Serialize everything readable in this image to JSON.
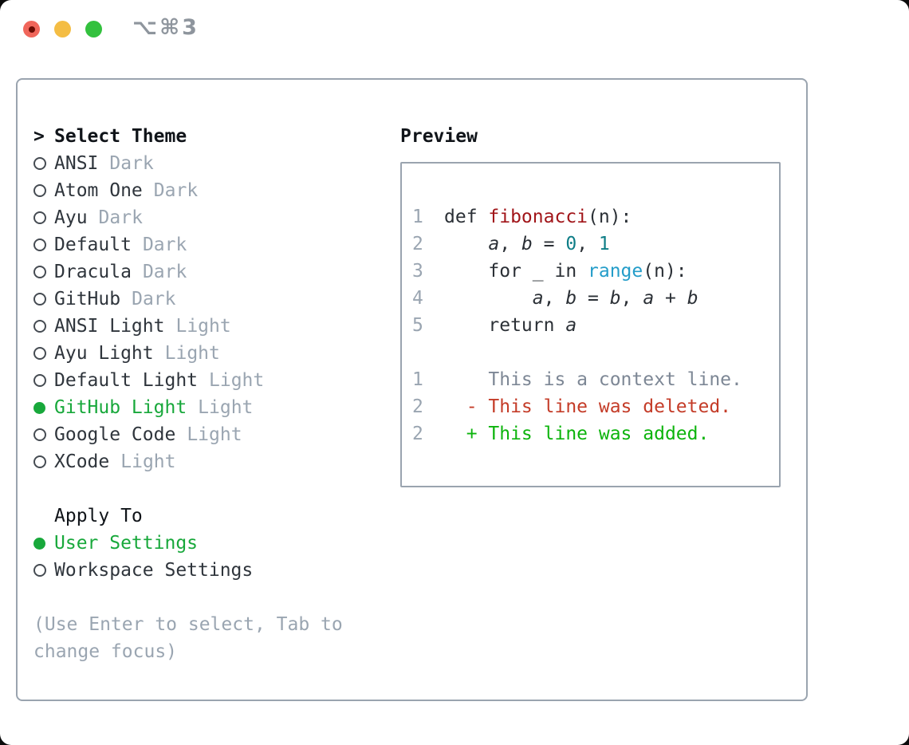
{
  "window": {
    "title": "⌥⌘3",
    "traffic_lights": [
      {
        "name": "close",
        "color": "#f0665b",
        "inner_dot_color": "#6b0c04"
      },
      {
        "name": "minimize",
        "color": "#f4bd44"
      },
      {
        "name": "zoom",
        "color": "#33c13e"
      }
    ]
  },
  "theme_panel": {
    "header_prefix": ">",
    "header_label": "Select Theme",
    "themes": [
      {
        "name": "ANSI",
        "variant": "Dark",
        "selected": false
      },
      {
        "name": "Atom One",
        "variant": "Dark",
        "selected": false
      },
      {
        "name": "Ayu",
        "variant": "Dark",
        "selected": false
      },
      {
        "name": "Default",
        "variant": "Dark",
        "selected": false
      },
      {
        "name": "Dracula",
        "variant": "Dark",
        "selected": false
      },
      {
        "name": "GitHub",
        "variant": "Dark",
        "selected": false
      },
      {
        "name": "ANSI Light",
        "variant": "Light",
        "selected": false
      },
      {
        "name": "Ayu Light",
        "variant": "Light",
        "selected": false
      },
      {
        "name": "Default Light",
        "variant": "Light",
        "selected": false
      },
      {
        "name": "GitHub Light",
        "variant": "Light",
        "selected": true
      },
      {
        "name": "Google Code",
        "variant": "Light",
        "selected": false
      },
      {
        "name": "XCode",
        "variant": "Light",
        "selected": false
      }
    ],
    "apply_to_label": "Apply To",
    "apply_options": [
      {
        "label": "User Settings",
        "selected": true
      },
      {
        "label": "Workspace Settings",
        "selected": false
      }
    ],
    "hint_lines": [
      "(Use Enter to select, Tab to",
      "change focus)"
    ]
  },
  "preview": {
    "label": "Preview",
    "lines": [
      {
        "num": "1",
        "tokens": [
          {
            "t": "def ",
            "c": "plain"
          },
          {
            "t": "fibonacci",
            "c": "func"
          },
          {
            "t": "(n):",
            "c": "plain"
          }
        ]
      },
      {
        "num": "2",
        "tokens": [
          {
            "t": "    ",
            "c": "plain"
          },
          {
            "t": "a",
            "c": "var"
          },
          {
            "t": ", ",
            "c": "plain"
          },
          {
            "t": "b",
            "c": "var"
          },
          {
            "t": " = ",
            "c": "plain"
          },
          {
            "t": "0",
            "c": "num"
          },
          {
            "t": ", ",
            "c": "plain"
          },
          {
            "t": "1",
            "c": "num"
          }
        ]
      },
      {
        "num": "3",
        "tokens": [
          {
            "t": "    for _ in ",
            "c": "plain"
          },
          {
            "t": "range",
            "c": "builtin"
          },
          {
            "t": "(n):",
            "c": "plain"
          }
        ]
      },
      {
        "num": "4",
        "tokens": [
          {
            "t": "        ",
            "c": "plain"
          },
          {
            "t": "a",
            "c": "var"
          },
          {
            "t": ", ",
            "c": "plain"
          },
          {
            "t": "b",
            "c": "var"
          },
          {
            "t": " = ",
            "c": "plain"
          },
          {
            "t": "b",
            "c": "var"
          },
          {
            "t": ", ",
            "c": "plain"
          },
          {
            "t": "a",
            "c": "var"
          },
          {
            "t": " + ",
            "c": "plain"
          },
          {
            "t": "b",
            "c": "var"
          }
        ]
      },
      {
        "num": "5",
        "tokens": [
          {
            "t": "    return ",
            "c": "plain"
          },
          {
            "t": "a",
            "c": "var"
          }
        ]
      },
      {
        "num": "",
        "tokens": []
      },
      {
        "num": "1",
        "tokens": [
          {
            "t": "    This is a context line.",
            "c": "ctx"
          }
        ]
      },
      {
        "num": "2",
        "tokens": [
          {
            "t": "  - This line was deleted.",
            "c": "del"
          }
        ]
      },
      {
        "num": "2",
        "tokens": [
          {
            "t": "  + This line was added.",
            "c": "add"
          }
        ]
      }
    ]
  },
  "colors": {
    "accent_green": "#18a83b",
    "panel_border": "#9aa4af",
    "dim_text": "#9aa5b1",
    "item_text": "#2f353c",
    "header_text": "#101419",
    "code_default": "#2b3036",
    "code_function_red": "#a11519",
    "code_number_teal": "#0f7e87",
    "code_builtin_blue": "#249dc9",
    "diff_context_gray": "#7d8795",
    "diff_deleted_red": "#c43c28",
    "diff_added_green": "#0db40d",
    "line_number_gray": "#9aa5b1"
  }
}
